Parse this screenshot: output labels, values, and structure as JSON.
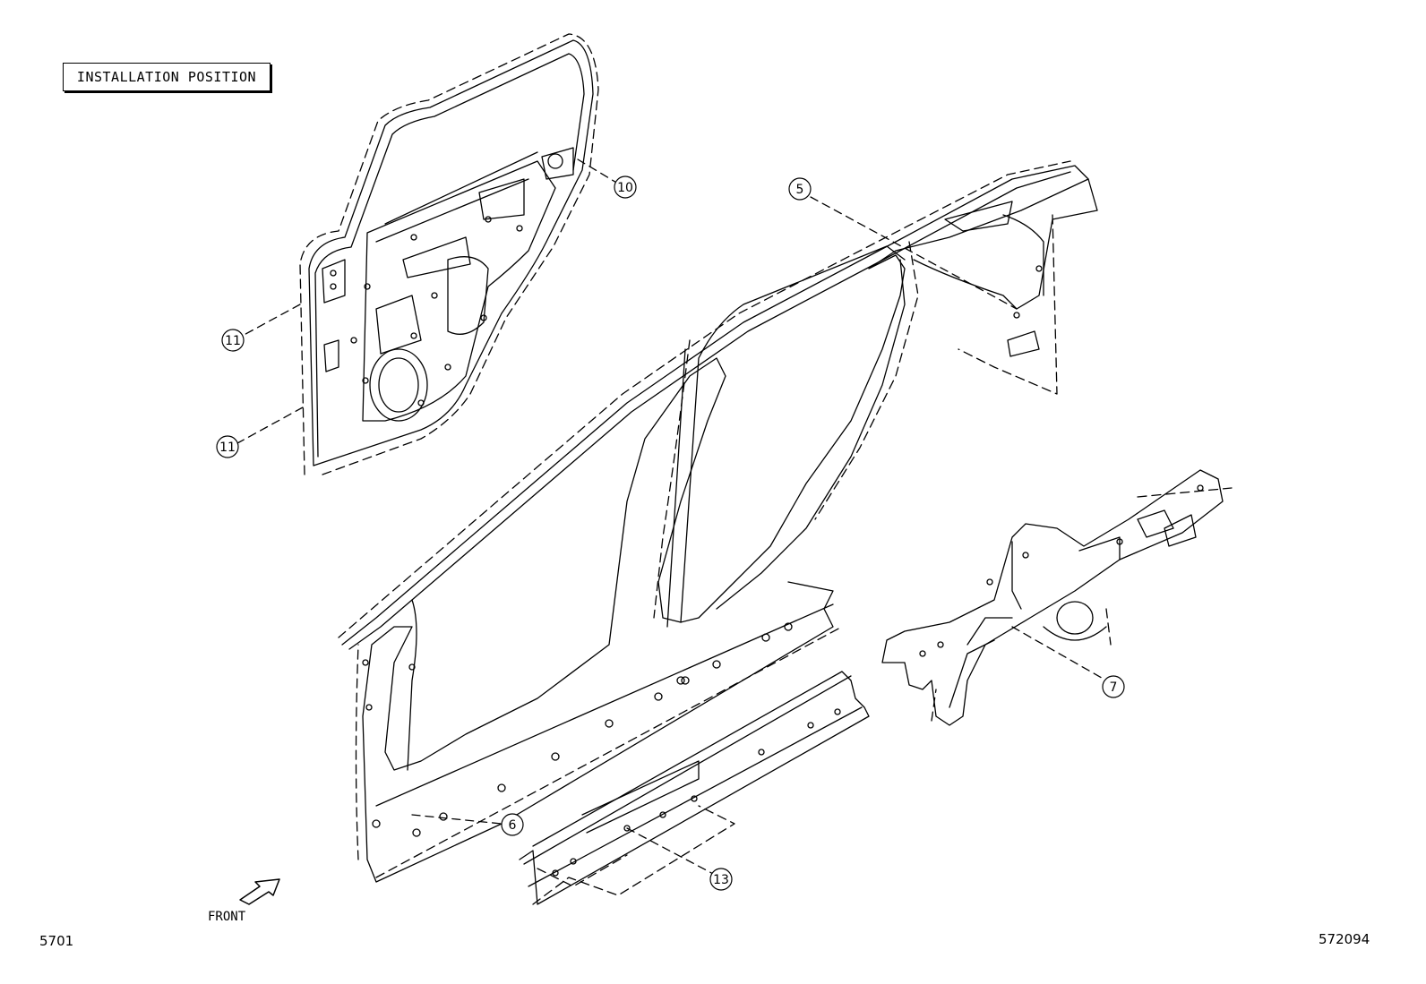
{
  "header": {
    "title": "INSTALLATION POSITION"
  },
  "footer": {
    "left_code": "5701",
    "right_code": "572094"
  },
  "direction": {
    "label": "FRONT"
  },
  "callouts": [
    {
      "id": "callout-10",
      "label": "⑩"
    },
    {
      "id": "callout-5",
      "label": "⑤"
    },
    {
      "id": "callout-11a",
      "label": "⑪"
    },
    {
      "id": "callout-11b",
      "label": "⑪"
    },
    {
      "id": "callout-7",
      "label": "⑦"
    },
    {
      "id": "callout-6",
      "label": "⑥"
    },
    {
      "id": "callout-13",
      "label": "⑬"
    }
  ],
  "colors": {
    "line": "#000000",
    "background": "#ffffff"
  }
}
